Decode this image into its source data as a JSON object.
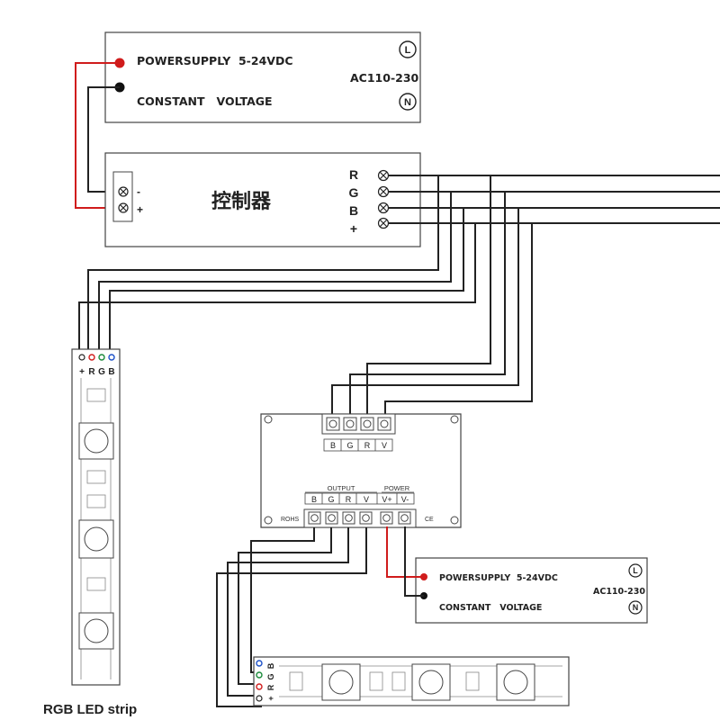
{
  "psu_top": {
    "line1": "POWERSUPPLY  5-24VDC",
    "line2": "CONSTANT   VOLTAGE",
    "ac": "AC110-230",
    "l": "L",
    "n": "N"
  },
  "controller": {
    "title": "控制器",
    "minus": "-",
    "plus": "+",
    "terms": [
      "R",
      "G",
      "B",
      "+"
    ]
  },
  "strip_left": {
    "pins": [
      "+",
      "R",
      "G",
      "B"
    ],
    "caption": "RGB LED strip"
  },
  "amplifier": {
    "in_terms": [
      "B",
      "G",
      "R",
      "V"
    ],
    "output_header": "OUTPUT",
    "power_header": "POWER",
    "out_terms": [
      "B",
      "G",
      "R",
      "V",
      "V+",
      "V-"
    ],
    "rohs": "ROHS",
    "ce": "CE"
  },
  "psu_bottom": {
    "line1": "POWERSUPPLY  5-24VDC",
    "line2": "CONSTANT   VOLTAGE",
    "ac": "AC110-230",
    "l": "L",
    "n": "N"
  },
  "strip_bottom": {
    "pins": [
      "B",
      "G",
      "R",
      "+"
    ]
  },
  "colors": {
    "wire": "#222222",
    "wire_red": "#d01c1c",
    "dot_red": "#d01c1c",
    "dot_green": "#1a8a3a",
    "dot_blue": "#1c50c8",
    "box_border": "#444444"
  }
}
